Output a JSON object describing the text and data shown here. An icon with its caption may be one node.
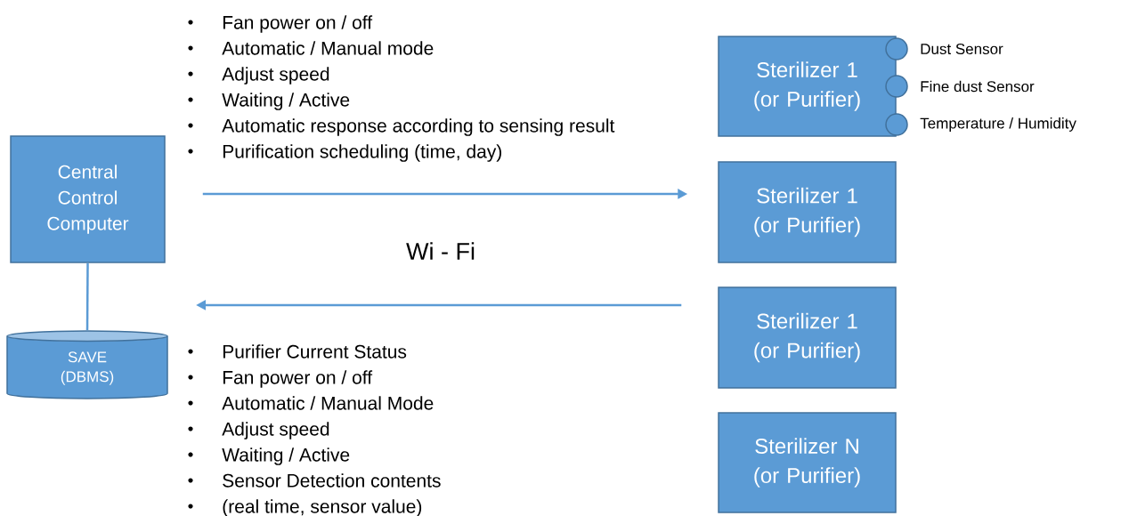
{
  "diagram": {
    "nodes": [
      {
        "text": [
          "Central Control Computer"
        ]
      },
      {
        "text": [
          "SAVE (DBMS)"
        ]
      },
      {
        "text": [
          "Sterilizer 1 (or Purifier)"
        ]
      },
      {
        "text": [],
        "shape": "circle",
        "beside": [
          "Dust Sensor"
        ]
      },
      {
        "text": [],
        "shape": "circle",
        "beside": [
          "Fine dust Sensor"
        ]
      },
      {
        "text": [],
        "shape": "circle",
        "beside": [
          "Temperature / Humidity"
        ]
      },
      {
        "text": [
          "Sterilizer 1 (or Purifier)"
        ]
      },
      {
        "text": [
          "Sterilizer 1 (or Purifier)"
        ]
      },
      {
        "text": [
          "Sterilizer N (or Purifier)"
        ]
      }
    ],
    "edges": [
      {
        "from": 0,
        "to": 1,
        "arrow": "none"
      },
      {
        "from": 0,
        "to": 6,
        "arrow": "to"
      },
      {
        "from": 7,
        "to": null,
        "arrow": "to"
      }
    ],
    "labels": [
      "Fan power on / off",
      "Automatic / Manual mode",
      "Adjust speed",
      "Waiting / Active",
      "Automatic response according to sensing result",
      "Purification scheduling (time, day)",
      "Wi - Fi",
      "Purifier Current Status",
      "Fan power on / off",
      "Automatic / Manual Mode",
      "Adjust speed",
      "Waiting / Active",
      "Sensor Detection contents",
      "(real time, sensor value)"
    ]
  }
}
